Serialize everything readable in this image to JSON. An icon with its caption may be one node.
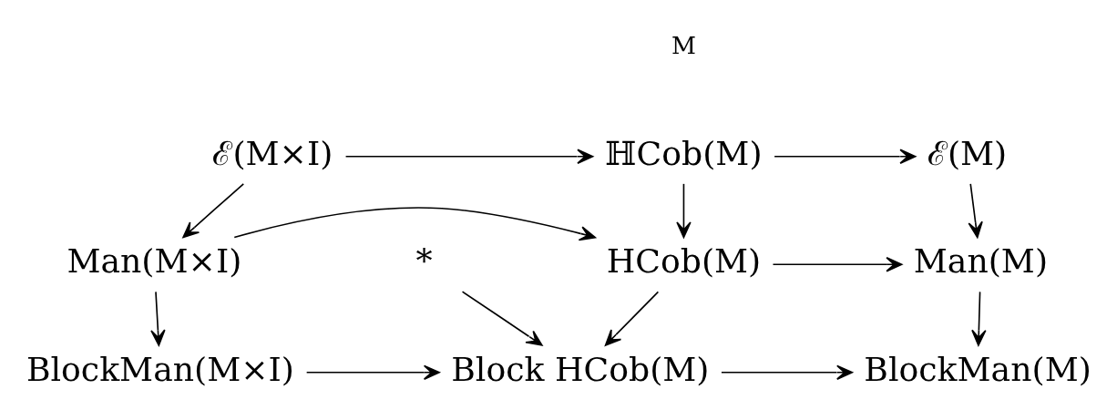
{
  "diagram": {
    "nodes": [
      {
        "text": [
          "ℰ(M×I)"
        ]
      },
      {
        "text": [
          "ℍCob(M)"
        ]
      },
      {
        "text": [
          "ℰ(M)"
        ]
      },
      {
        "text": [
          "Man(M×I)"
        ]
      },
      {
        "text": [
          "HCob(M)"
        ]
      },
      {
        "text": [
          "Man(M)"
        ]
      },
      {
        "text": [
          "BlockMan(M×I)"
        ]
      },
      {
        "text": [
          "Block HCob(M)"
        ]
      },
      {
        "text": [
          "BlockMan(M)"
        ]
      },
      {
        "text": [
          "*"
        ]
      }
    ],
    "edges": [
      {
        "from": 0,
        "to": 1,
        "arrow": "to"
      },
      {
        "from": 1,
        "to": 2,
        "arrow": "to"
      },
      {
        "from": 0,
        "to": 3,
        "arrow": "to"
      },
      {
        "from": 1,
        "to": 4,
        "arrow": "to"
      },
      {
        "from": 2,
        "to": 5,
        "arrow": "to"
      },
      {
        "from": 3,
        "to": 4,
        "arrow": "to"
      },
      {
        "from": 4,
        "to": 5,
        "arrow": "to"
      },
      {
        "from": 3,
        "to": 6,
        "arrow": "to"
      },
      {
        "from": 4,
        "to": 7,
        "arrow": "to"
      },
      {
        "from": 5,
        "to": 8,
        "arrow": "to"
      },
      {
        "from": 6,
        "to": 7,
        "arrow": "to"
      },
      {
        "from": 7,
        "to": 8,
        "arrow": "to"
      },
      {
        "from": 9,
        "to": 7,
        "arrow": "to"
      }
    ],
    "labels": [
      "M"
    ]
  }
}
